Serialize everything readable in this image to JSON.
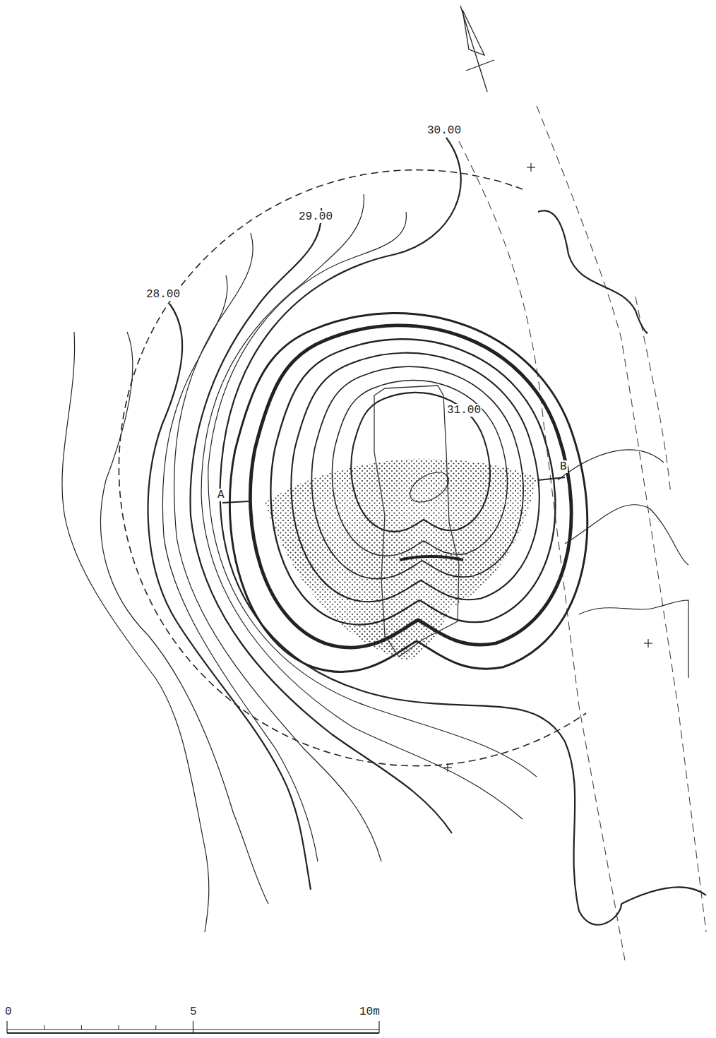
{
  "diagram": {
    "labels": [
      "30.00",
      "29.00",
      "28.00",
      "31.00",
      "A",
      "B",
      "0",
      "5",
      "10m"
    ]
  }
}
